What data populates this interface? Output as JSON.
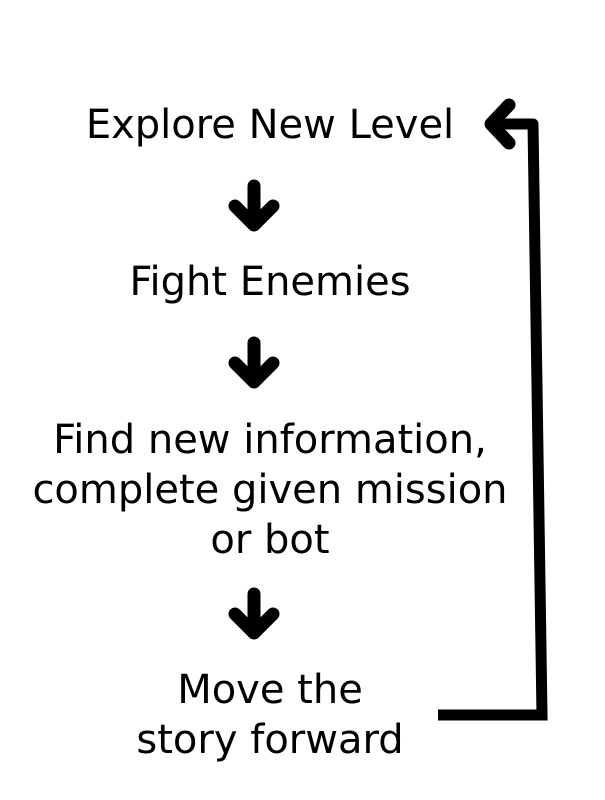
{
  "flow": {
    "steps": [
      {
        "label": "Explore New Level"
      },
      {
        "label": "Fight Enemies"
      },
      {
        "label": "Find new information,\ncomplete given mission\nor bot"
      },
      {
        "label": "Move the\nstory forward"
      }
    ]
  }
}
